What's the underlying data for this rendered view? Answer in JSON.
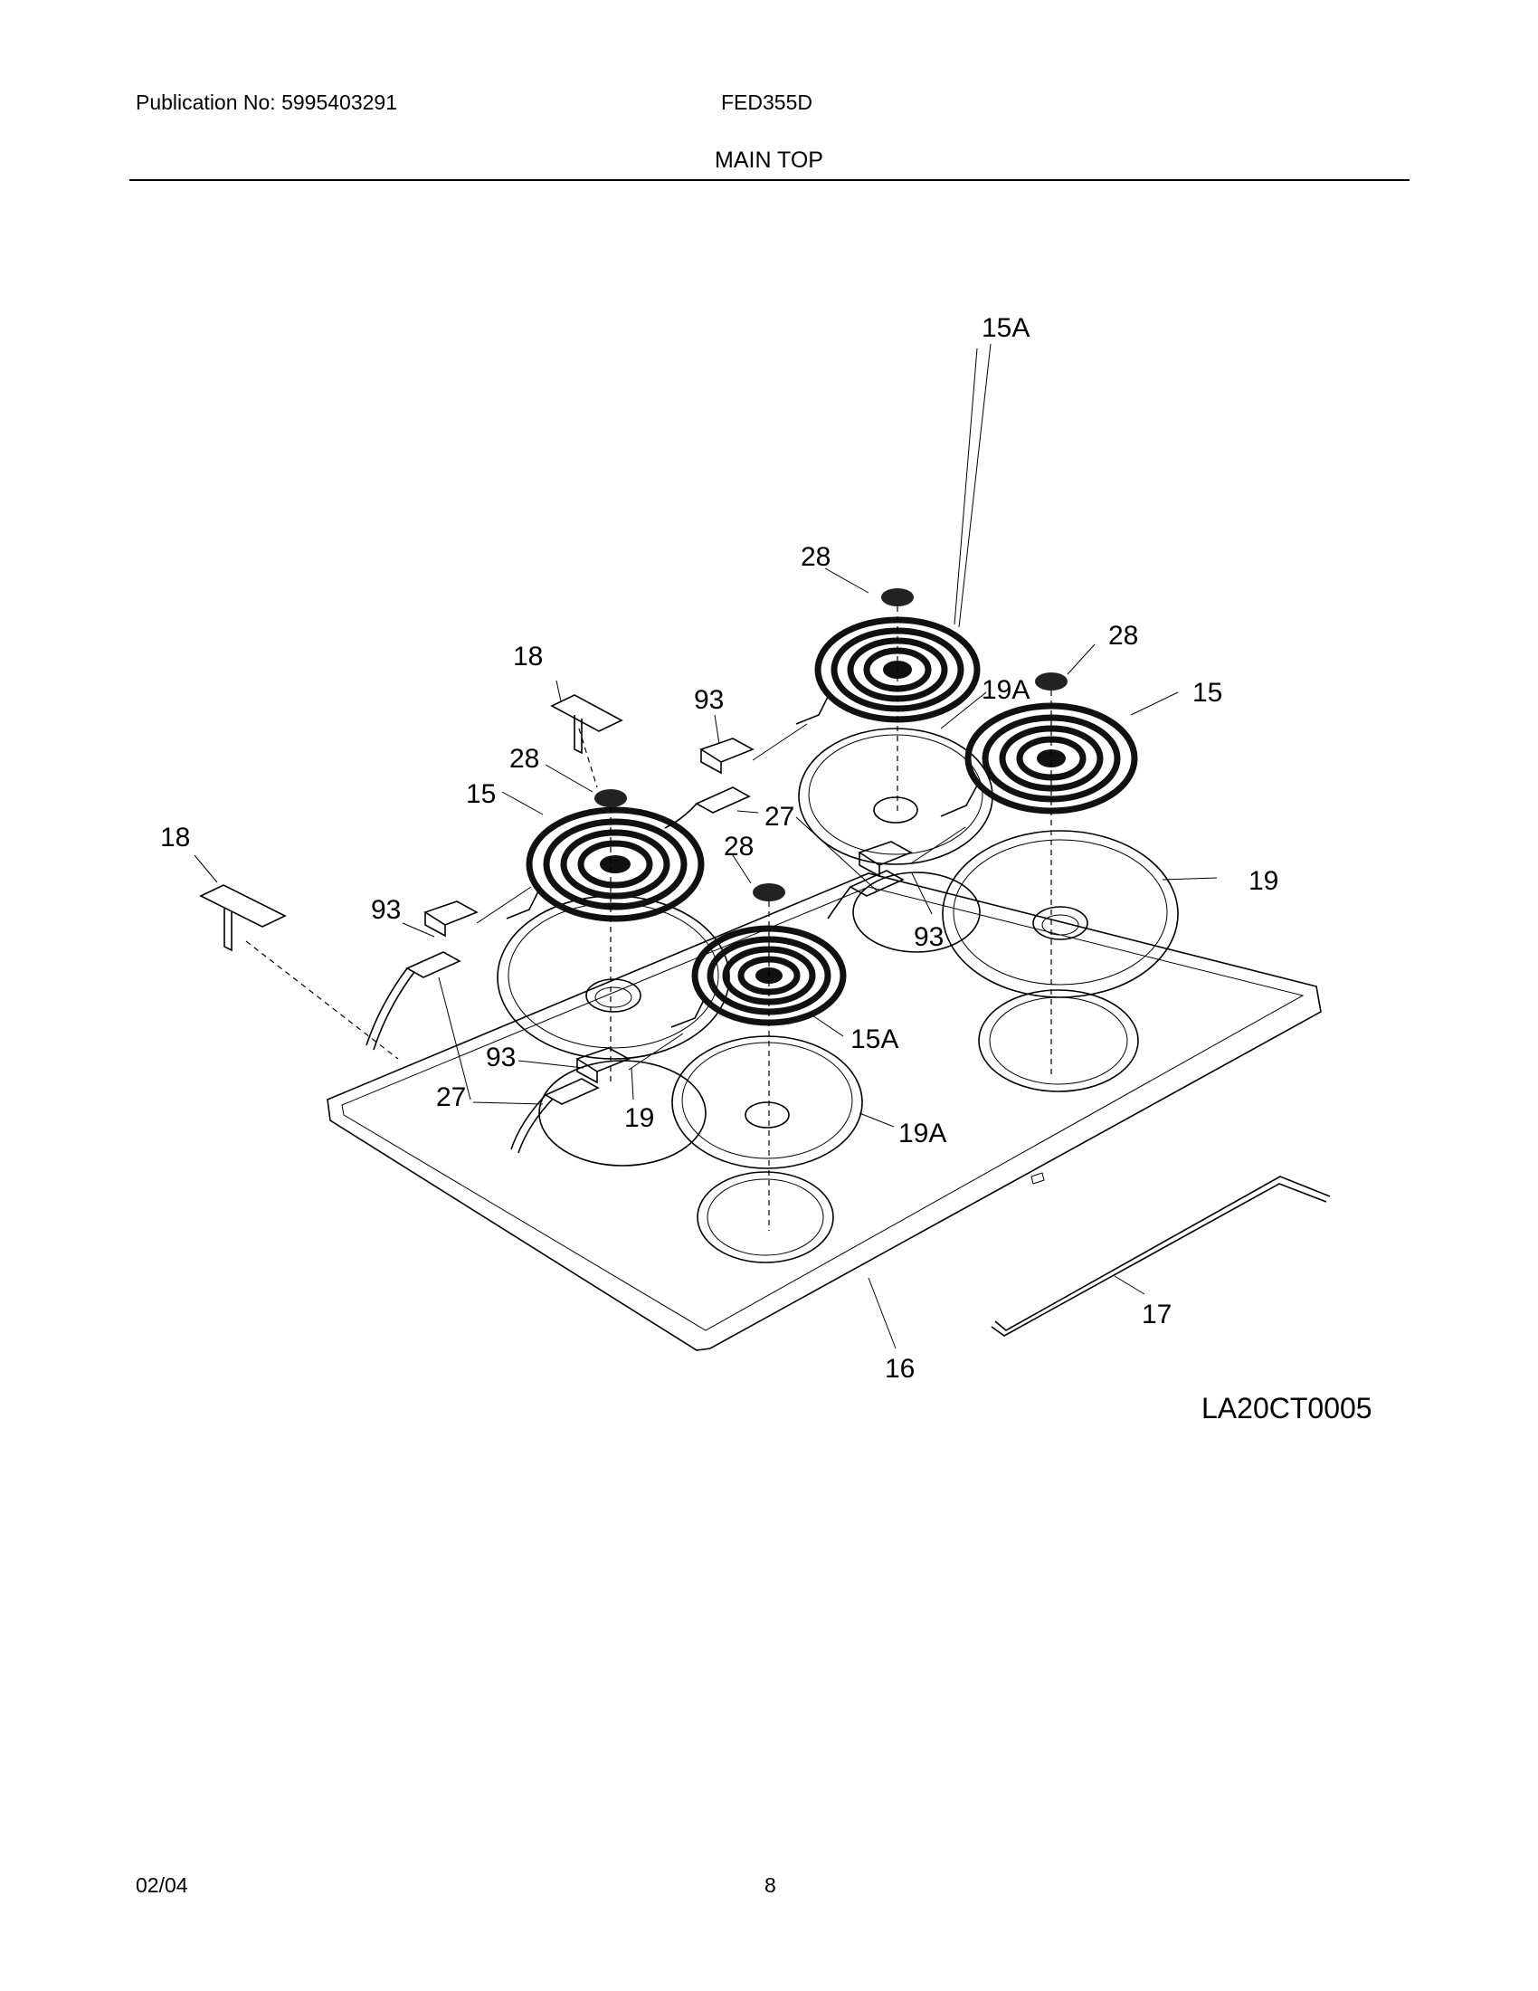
{
  "header": {
    "publication": "Publication No: 5995403291",
    "model": "FED355D",
    "section": "MAIN TOP"
  },
  "diagram": {
    "code": "LA20CT0005",
    "callouts": {
      "c28_top": "28",
      "c15A_top": "15A",
      "c28_right": "28",
      "c15_right": "15",
      "c19A_back": "19A",
      "c18_left": "18",
      "c93_upper": "93",
      "c28_left": "28",
      "c15_left": "15",
      "c27_upper": "27",
      "c28_mid": "28",
      "c19_right": "19",
      "c18_far": "18",
      "c93_left": "93",
      "c93_right": "93",
      "c15A_front": "15A",
      "c93_lower": "93",
      "c27_lower": "27",
      "c19_front": "19",
      "c19A_front": "19A",
      "c17": "17",
      "c16": "16"
    }
  },
  "footer": {
    "date": "02/04",
    "page": "8"
  }
}
